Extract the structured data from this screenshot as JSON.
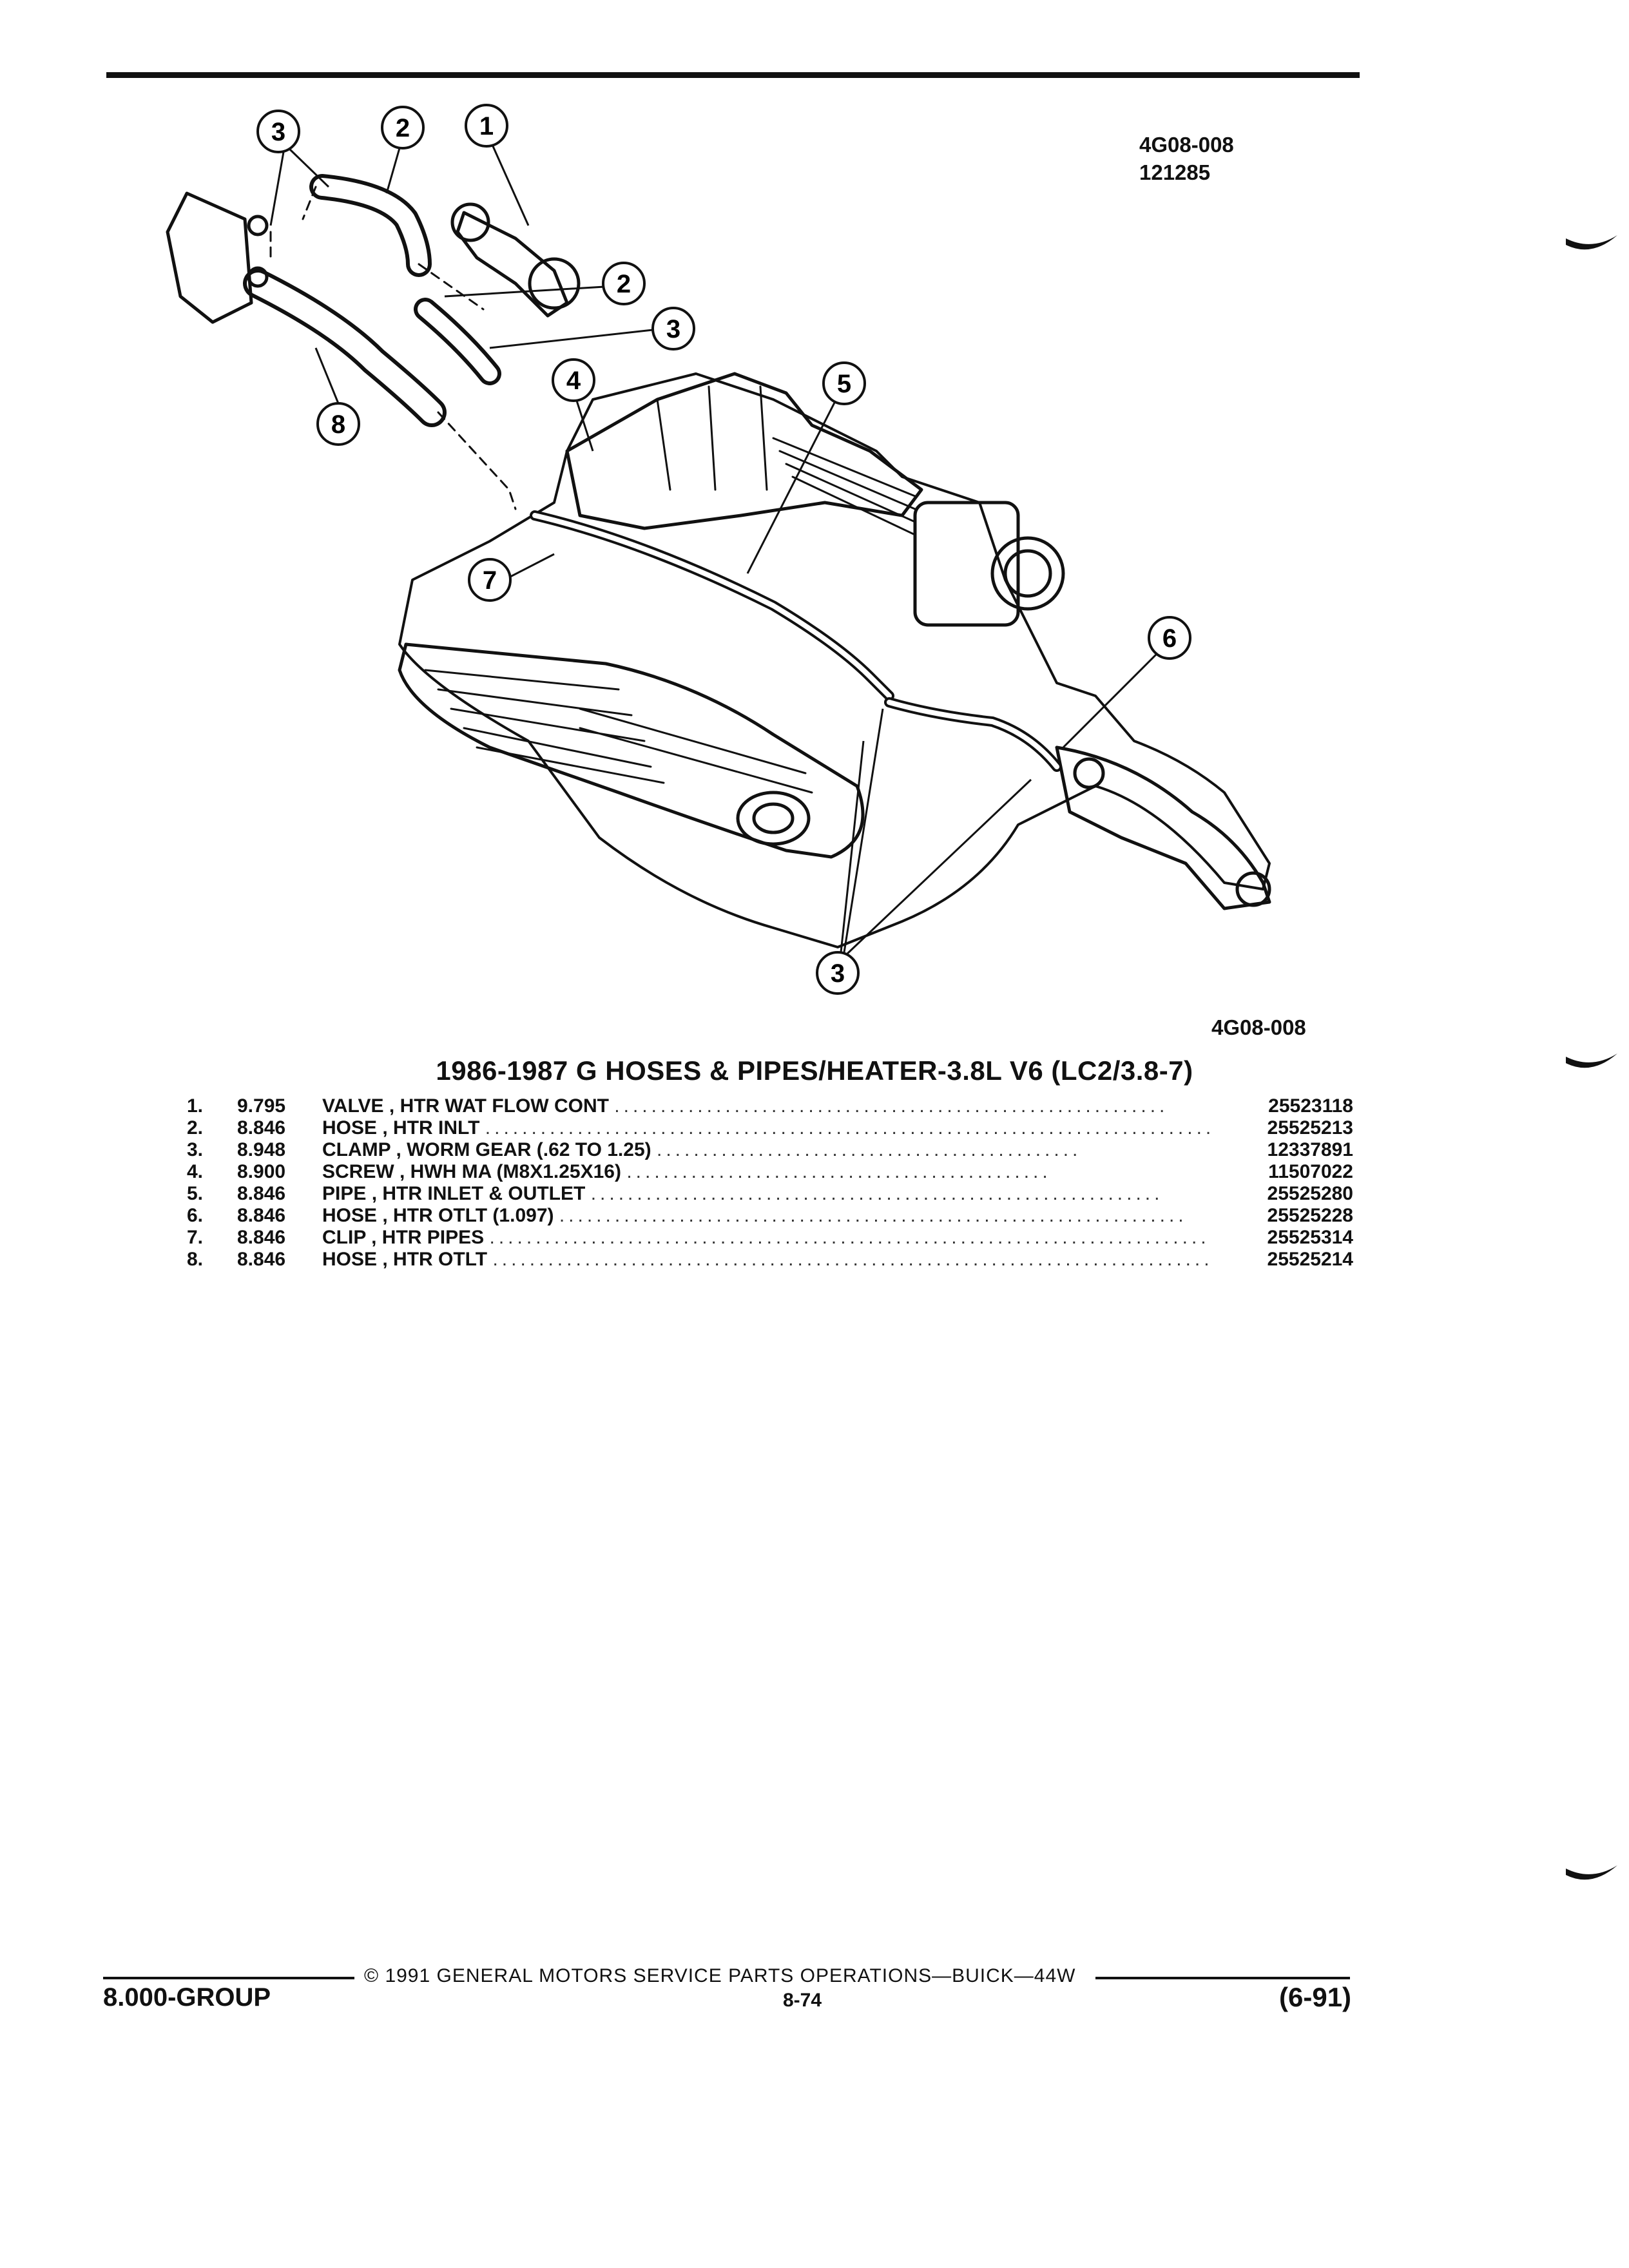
{
  "figure": {
    "code_top": "4G08-008",
    "date_code": "121285",
    "code_bottom": "4G08-008",
    "callouts": [
      "1",
      "2",
      "3",
      "4",
      "5",
      "6",
      "7",
      "8"
    ]
  },
  "title": "1986-1987 G HOSES & PIPES/HEATER-3.8L V6 (LC2/3.8-7)",
  "parts": [
    {
      "item": "1.",
      "group": "9.795",
      "description": "VALVE , HTR WAT FLOW CONT",
      "part_number": "25523118"
    },
    {
      "item": "2.",
      "group": "8.846",
      "description": "HOSE , HTR INLT",
      "part_number": "25525213"
    },
    {
      "item": "3.",
      "group": "8.948",
      "description": "CLAMP , WORM GEAR (.62 TO 1.25)",
      "part_number": "12337891"
    },
    {
      "item": "4.",
      "group": "8.900",
      "description": "SCREW , HWH MA (M8X1.25X16)",
      "part_number": "11507022"
    },
    {
      "item": "5.",
      "group": "8.846",
      "description": "PIPE , HTR INLET & OUTLET",
      "part_number": "25525280"
    },
    {
      "item": "6.",
      "group": "8.846",
      "description": "HOSE , HTR OTLT (1.097)",
      "part_number": "25525228"
    },
    {
      "item": "7.",
      "group": "8.846",
      "description": "CLIP , HTR PIPES",
      "part_number": "25525314"
    },
    {
      "item": "8.",
      "group": "8.846",
      "description": "HOSE , HTR OTLT",
      "part_number": "25525214"
    }
  ],
  "footer": {
    "copyright": "© 1991 GENERAL MOTORS SERVICE PARTS OPERATIONS—BUICK—44W",
    "group": "8.000-GROUP",
    "page": "8-74",
    "date": "(6-91)"
  }
}
